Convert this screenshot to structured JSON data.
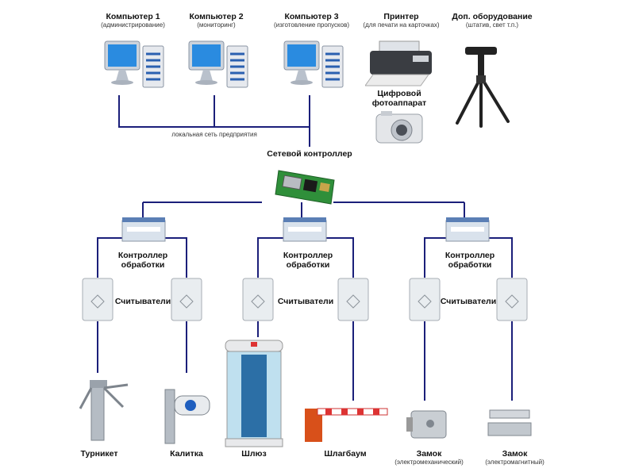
{
  "computers": [
    {
      "title": "Компьютер 1",
      "subtitle": "(администрирование)"
    },
    {
      "title": "Компьютер 2",
      "subtitle": "(мониторинг)"
    },
    {
      "title": "Компьютер 3",
      "subtitle": "(изготовление пропусков)"
    }
  ],
  "printer": {
    "title": "Принтер",
    "subtitle": "(для печати на карточках)"
  },
  "extra": {
    "title": "Доп. оборудование",
    "subtitle": "(штатив, свет т.п.)"
  },
  "camera": {
    "title": "Цифровой фотоаппарат"
  },
  "lan_label": "локальная сеть предприятия",
  "network_controller": "Сетевой контроллер",
  "processing_controller": "Контроллер обработки",
  "readers_label": "Считыватели",
  "devices": {
    "turnstile": "Турникет",
    "gate": "Калитка",
    "airlock": "Шлюз",
    "barrier": "Шлагбаум",
    "lock_mech": {
      "title": "Замок",
      "subtitle": "(электромеханический)"
    },
    "lock_mag": {
      "title": "Замок",
      "subtitle": "(электромагнитный)"
    }
  },
  "colors": {
    "wire": "#1b1f7a",
    "screen": "#2a8be0",
    "pcb": "#2f8f3a"
  }
}
